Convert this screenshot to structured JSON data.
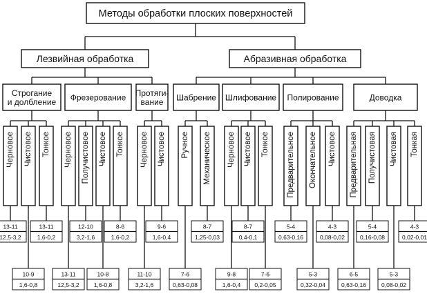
{
  "title": "Методы обработки плоских поверхностей",
  "groups": [
    {
      "label": "Лезвийная обработка"
    },
    {
      "label": "Абразивная обработка"
    }
  ],
  "methods": [
    {
      "label": [
        "Строгание",
        "и долбление"
      ],
      "group": 0
    },
    {
      "label": [
        "Фрезерование"
      ],
      "group": 0
    },
    {
      "label": [
        "Протяги-",
        "вание"
      ],
      "group": 0
    },
    {
      "label": [
        "Шабрение"
      ],
      "group": 1
    },
    {
      "label": [
        "Шлифование"
      ],
      "group": 1
    },
    {
      "label": [
        "Полирование"
      ],
      "group": 1
    },
    {
      "label": [
        "Доводка"
      ],
      "group": 1
    }
  ],
  "stages": [
    {
      "method": 0,
      "label": "Черновое",
      "quality": "13-11",
      "roughness": "12,5-3,2",
      "row": 1
    },
    {
      "method": 0,
      "label": "Чистовое",
      "quality": "10-9",
      "roughness": "1,6-0,8",
      "row": 2
    },
    {
      "method": 0,
      "label": "Тонкое",
      "quality": "13-11",
      "roughness": "1,6-0,2",
      "row": 1
    },
    {
      "method": 1,
      "label": "Черновое",
      "quality": "13-11",
      "roughness": "12,5-3,2",
      "row": 2
    },
    {
      "method": 1,
      "label": "Получистовое",
      "quality": "12-10",
      "roughness": "3,2-1,6",
      "row": 1
    },
    {
      "method": 1,
      "label": "Чистовое",
      "quality": "10-8",
      "roughness": "1,6-0,8",
      "row": 2
    },
    {
      "method": 1,
      "label": "Тонкое",
      "quality": "8-6",
      "roughness": "1,6-0,2",
      "row": 1
    },
    {
      "method": 2,
      "label": "Черновое",
      "quality": "11-10",
      "roughness": "3,2-1,6",
      "row": 2
    },
    {
      "method": 2,
      "label": "Чистовое",
      "quality": "9-6",
      "roughness": "1,6-0,4",
      "row": 1
    },
    {
      "method": 3,
      "label": "Ручное",
      "quality": "7-6",
      "roughness": "0,63-0,08",
      "row": 2
    },
    {
      "method": 3,
      "label": "Механическое",
      "quality": "8-7",
      "roughness": "1,25-0,03",
      "row": 1
    },
    {
      "method": 4,
      "label": "Черновое",
      "quality": "9-8",
      "roughness": "1,6-0,4",
      "row": 2
    },
    {
      "method": 4,
      "label": "Чистовое",
      "quality": "8-7",
      "roughness": "0,4-0,1",
      "row": 1
    },
    {
      "method": 4,
      "label": "Тонкое",
      "quality": "7-6",
      "roughness": "0,2-0,05",
      "row": 2
    },
    {
      "method": 5,
      "label": "Предварительное",
      "quality": "5-4",
      "roughness": "0,63-0,16",
      "row": 1
    },
    {
      "method": 5,
      "label": "Окончательное",
      "quality": "5-3",
      "roughness": "0,32-0,04",
      "row": 2
    },
    {
      "method": 5,
      "label": "Чистовое",
      "quality": "4-3",
      "roughness": "0,08-0,02",
      "row": 1
    },
    {
      "method": 6,
      "label": "Предварительная",
      "quality": "6-5",
      "roughness": "0,63-0,16",
      "row": 2
    },
    {
      "method": 6,
      "label": "Получистовая",
      "quality": "5-4",
      "roughness": "0,16-0,08",
      "row": 1
    },
    {
      "method": 6,
      "label": "Чистовая",
      "quality": "5-3",
      "roughness": "0,08-0,02",
      "row": 2
    },
    {
      "method": 6,
      "label": "Тонкая",
      "quality": "4-3",
      "roughness": "0,02-0,01",
      "row": 1
    }
  ]
}
